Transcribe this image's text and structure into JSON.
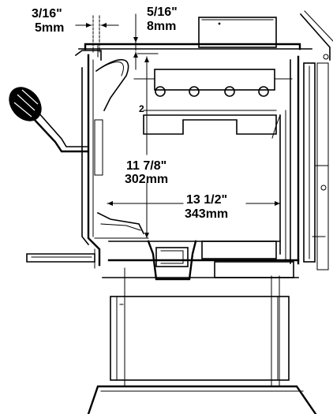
{
  "dimensions": {
    "gap_top_left": {
      "imperial": "3/16\"",
      "metric": "5mm"
    },
    "gap_top_right": {
      "imperial": "5/16\"",
      "metric": "8mm"
    },
    "firebox_height": {
      "imperial": "11 7/8\"",
      "metric": "302mm"
    },
    "firebox_depth": {
      "imperial": "13 1/2\"",
      "metric": "343mm"
    },
    "small_mark": "2"
  }
}
